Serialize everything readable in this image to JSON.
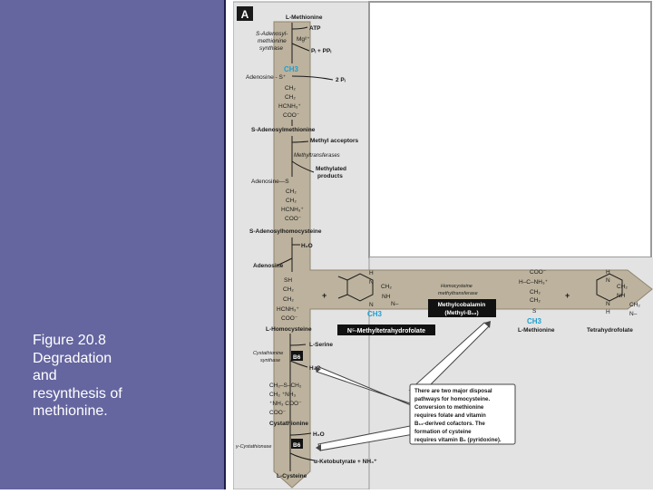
{
  "caption": "Figure 20.8\nDegradation\nand\nresynthesis of\nmethionine.",
  "panel_letter": "A",
  "colors": {
    "panel_bg": "#6565a0",
    "arrow_fill": "#bdb29d",
    "figure_bg": "#dcdcdc",
    "cyan": "#1e9fd0"
  },
  "labels": {
    "l_methionine": "L-Methionine",
    "atp": "ATP",
    "sam_synthase_1": "S-Adenosyl-",
    "sam_synthase_2": "methionine",
    "sam_synthase_3": "synthase",
    "mg": "Mg²⁺",
    "pi_ppi": "Pᵢ + PPᵢ",
    "two_pi": "2 Pᵢ",
    "ch3_a": "CH3",
    "adenosine_s_plus": "Adenosine - S⁺",
    "ch2_a": "CH₂",
    "ch2_b": "CH₂",
    "hcnh3_a": "HCNH₃⁺",
    "coo_a": "COO⁻",
    "sam": "S-Adenosylmethionine",
    "methyl_acceptors": "Methyl acceptors",
    "methyltransferases": "Methyltransferases",
    "methylated_1": "Methylated",
    "methylated_2": "products",
    "adenosine_s": "Adenosine—S",
    "ch2_c": "CH₂",
    "ch2_d": "CH₂",
    "hcnh3_b": "HCNH₃⁺",
    "coo_b": "COO⁻",
    "sah": "S-Adenosylhomocysteine",
    "h2o_a": "H₂O",
    "adenosine": "Adenosine",
    "sh": "SH",
    "ch2_e": "CH₂",
    "ch2_f": "CH₂",
    "hcnh3_c": "HCNH₃⁺",
    "coo_c": "COO⁻",
    "homocysteine": "L-Homocysteine",
    "h_a": "H",
    "h_b": "H",
    "n_a": "N",
    "n_b": "N",
    "ch2_g": "CH₂",
    "nh_a": "NH",
    "n_minus": "N–",
    "ch3_b": "CH3",
    "plus_a": "+",
    "plus_b": "+",
    "homocysteine_mt_1": "Homocysteine",
    "homocysteine_mt_2": "methyltransferase",
    "methylcobalamin_1": "Methylcobalamin",
    "methylcobalamin_2": "(Methyl-B₁₂)",
    "n5_methylthf": "N⁵-Methyltetrahydrofolate",
    "coo_d": "COO⁻",
    "hcnh3_d": "H–C–NH₃⁺",
    "ch2_h": "CH₂",
    "ch2_i": "CH₂",
    "s_label": "S",
    "ch3_c": "CH3",
    "l_methionine_b": "L-Methionine",
    "h_c": "H",
    "h_d": "H",
    "n_c": "N",
    "n_d": "N",
    "ch2_j": "CH₂",
    "ch2_k": "CH₂",
    "nh_b": "NH",
    "n_minus_b": "N–",
    "thf": "Tetrahydrofolate",
    "l_serine": "L-Serine",
    "cys_synthase_1": "Cystathionine",
    "cys_synthase_2": "synthase",
    "b6_a": "B6",
    "h2o_b": "H₂O",
    "cys_1": "CH₂–S–CH₂",
    "cys_2": "CH₂  ⁺NH₃",
    "cys_3": "⁺NH₃  COO⁻",
    "cys_4": "COO⁻",
    "cystathionine": "Cystathionine",
    "h2o_c": "H₂O",
    "gamma_cystathionase": "γ-Cystathionase",
    "b6_b": "B6",
    "ketobutyrate": "α-Ketobutyrate + NH₄⁺",
    "l_cysteine": "L-Cysteine",
    "note_1": "There are two major disposal",
    "note_2": "pathways for homocysteine.",
    "note_3": "Conversion to methionine",
    "note_4": "requires folate and vitamin",
    "note_5": "B₁₂-derived cofactors. The",
    "note_6": "formation of cysteine",
    "note_7": "requires vitamin B₆ (pyridoxine)."
  }
}
